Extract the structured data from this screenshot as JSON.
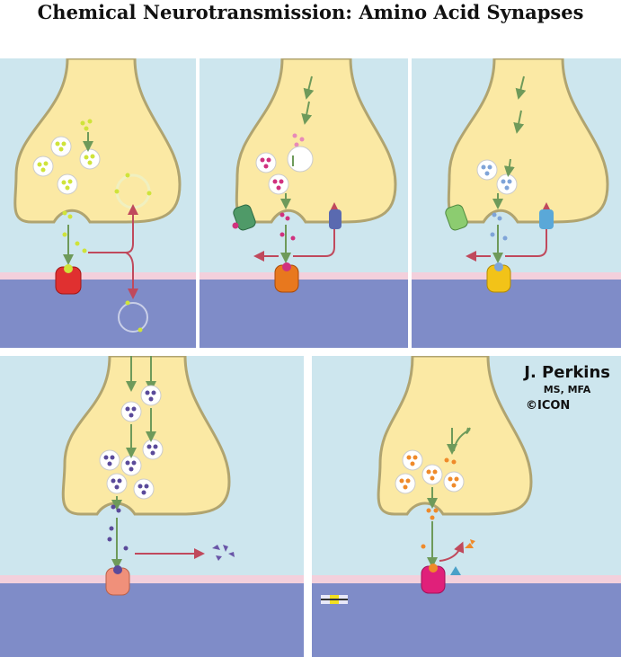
{
  "title": "Chemical Neurotransmission: Amino Acid Synapses",
  "credit": {
    "name": "J. Perkins",
    "degrees": "MS, MFA",
    "copyright": "©ICON"
  },
  "colors": {
    "background": "#cde6ee",
    "terminal": "#fbe9a4",
    "terminal_edge": "#b0a470",
    "membrane": "#f3d0dc",
    "postsynaptic_cell": "#7f8cc8",
    "arrow_green": "#6e9a5a",
    "arrow_red": "#c0495c"
  },
  "panels": [
    {
      "id": "panel-1",
      "transmitter_color": "#cfe33a",
      "receptor_color": "#e03030",
      "icons": [
        "vesicle-icon",
        "receptor-icon",
        "reuptake-arrow-icon",
        "glial-vesicle-icon"
      ]
    },
    {
      "id": "panel-2",
      "transmitter_color": "#d0317e",
      "receptor_color": "#e8781e",
      "icons": [
        "vesicle-icon",
        "receptor-icon",
        "transporter-icon",
        "autoreceptor-icon"
      ]
    },
    {
      "id": "panel-3",
      "transmitter_color": "#7fa4d8",
      "receptor_color": "#f2c318",
      "icons": [
        "vesicle-icon",
        "receptor-icon",
        "transporter-icon",
        "autoreceptor-icon"
      ]
    },
    {
      "id": "panel-4",
      "transmitter_color": "#5a4a9a",
      "receptor_color": "#f0907a",
      "icons": [
        "vesicle-icon",
        "receptor-icon",
        "degradation-fragment-icon"
      ]
    },
    {
      "id": "panel-5",
      "transmitter_color": "#ef8a2a",
      "receptor_color": "#e0207a",
      "icons": [
        "vesicle-icon",
        "receptor-icon",
        "enzyme-icon",
        "channel-icon"
      ]
    }
  ]
}
